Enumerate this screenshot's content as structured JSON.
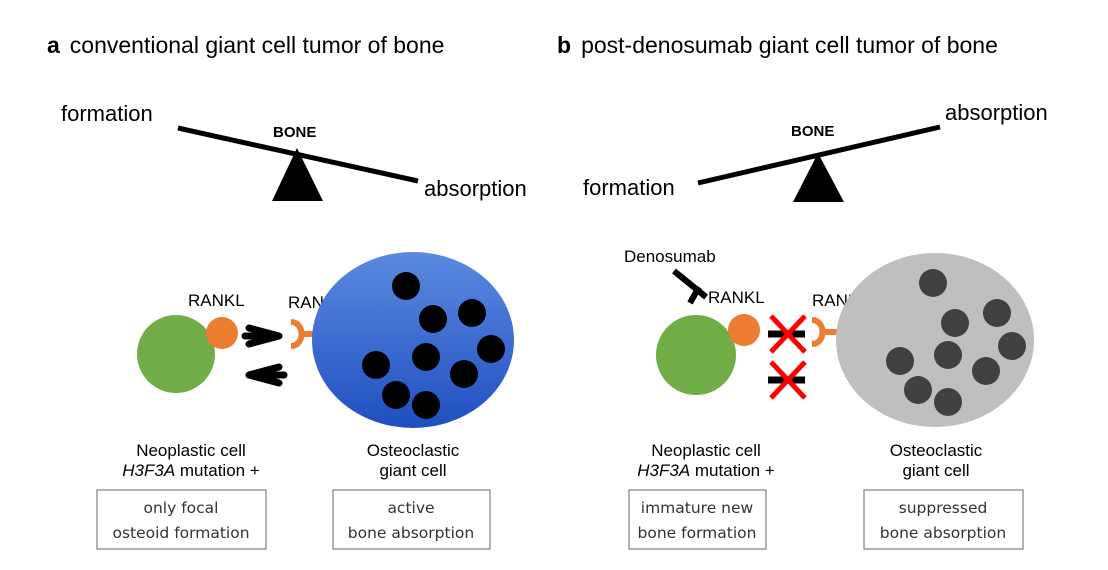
{
  "colors": {
    "neoplastic": "#70ad47",
    "rankl": "#ed7d31",
    "rank": "#ed7d31",
    "osteoclast_active_start": "#5b8ae0",
    "osteoclast_active_end": "#1f4fbf",
    "osteoclast_suppressed": "#bfbfbf",
    "nucleus_active": "#000000",
    "nucleus_suppressed": "#404040",
    "cross": "#ff0000"
  },
  "panel_a": {
    "letter": "a",
    "title": "conventional giant cell tumor of bone",
    "seesaw": {
      "bone": "BONE",
      "left": "formation",
      "right": "absorption"
    },
    "rankl": "RANKL",
    "rank": "RANK",
    "neoplastic_line1": "Neoplastic cell",
    "neoplastic_gene": "H3F3A",
    "neoplastic_suffix": " mutation +",
    "osteoclast_line1": "Osteoclastic",
    "osteoclast_line2": "giant cell",
    "box_left": [
      "only focal",
      "osteoid formation"
    ],
    "box_right": [
      "active",
      "bone absorption"
    ]
  },
  "panel_b": {
    "letter": "b",
    "title": "post-denosumab giant cell tumor of bone",
    "seesaw": {
      "bone": "BONE",
      "left": "formation",
      "right": "absorption"
    },
    "denosumab": "Denosumab",
    "rankl": "RANKL",
    "rank": "RANK",
    "neoplastic_line1": "Neoplastic cell",
    "neoplastic_gene": "H3F3A",
    "neoplastic_suffix": " mutation +",
    "osteoclast_line1": "Osteoclastic",
    "osteoclast_line2": "giant cell",
    "box_left": [
      "immature new",
      "bone formation"
    ],
    "box_right": [
      "suppressed",
      "bone absorption"
    ]
  }
}
